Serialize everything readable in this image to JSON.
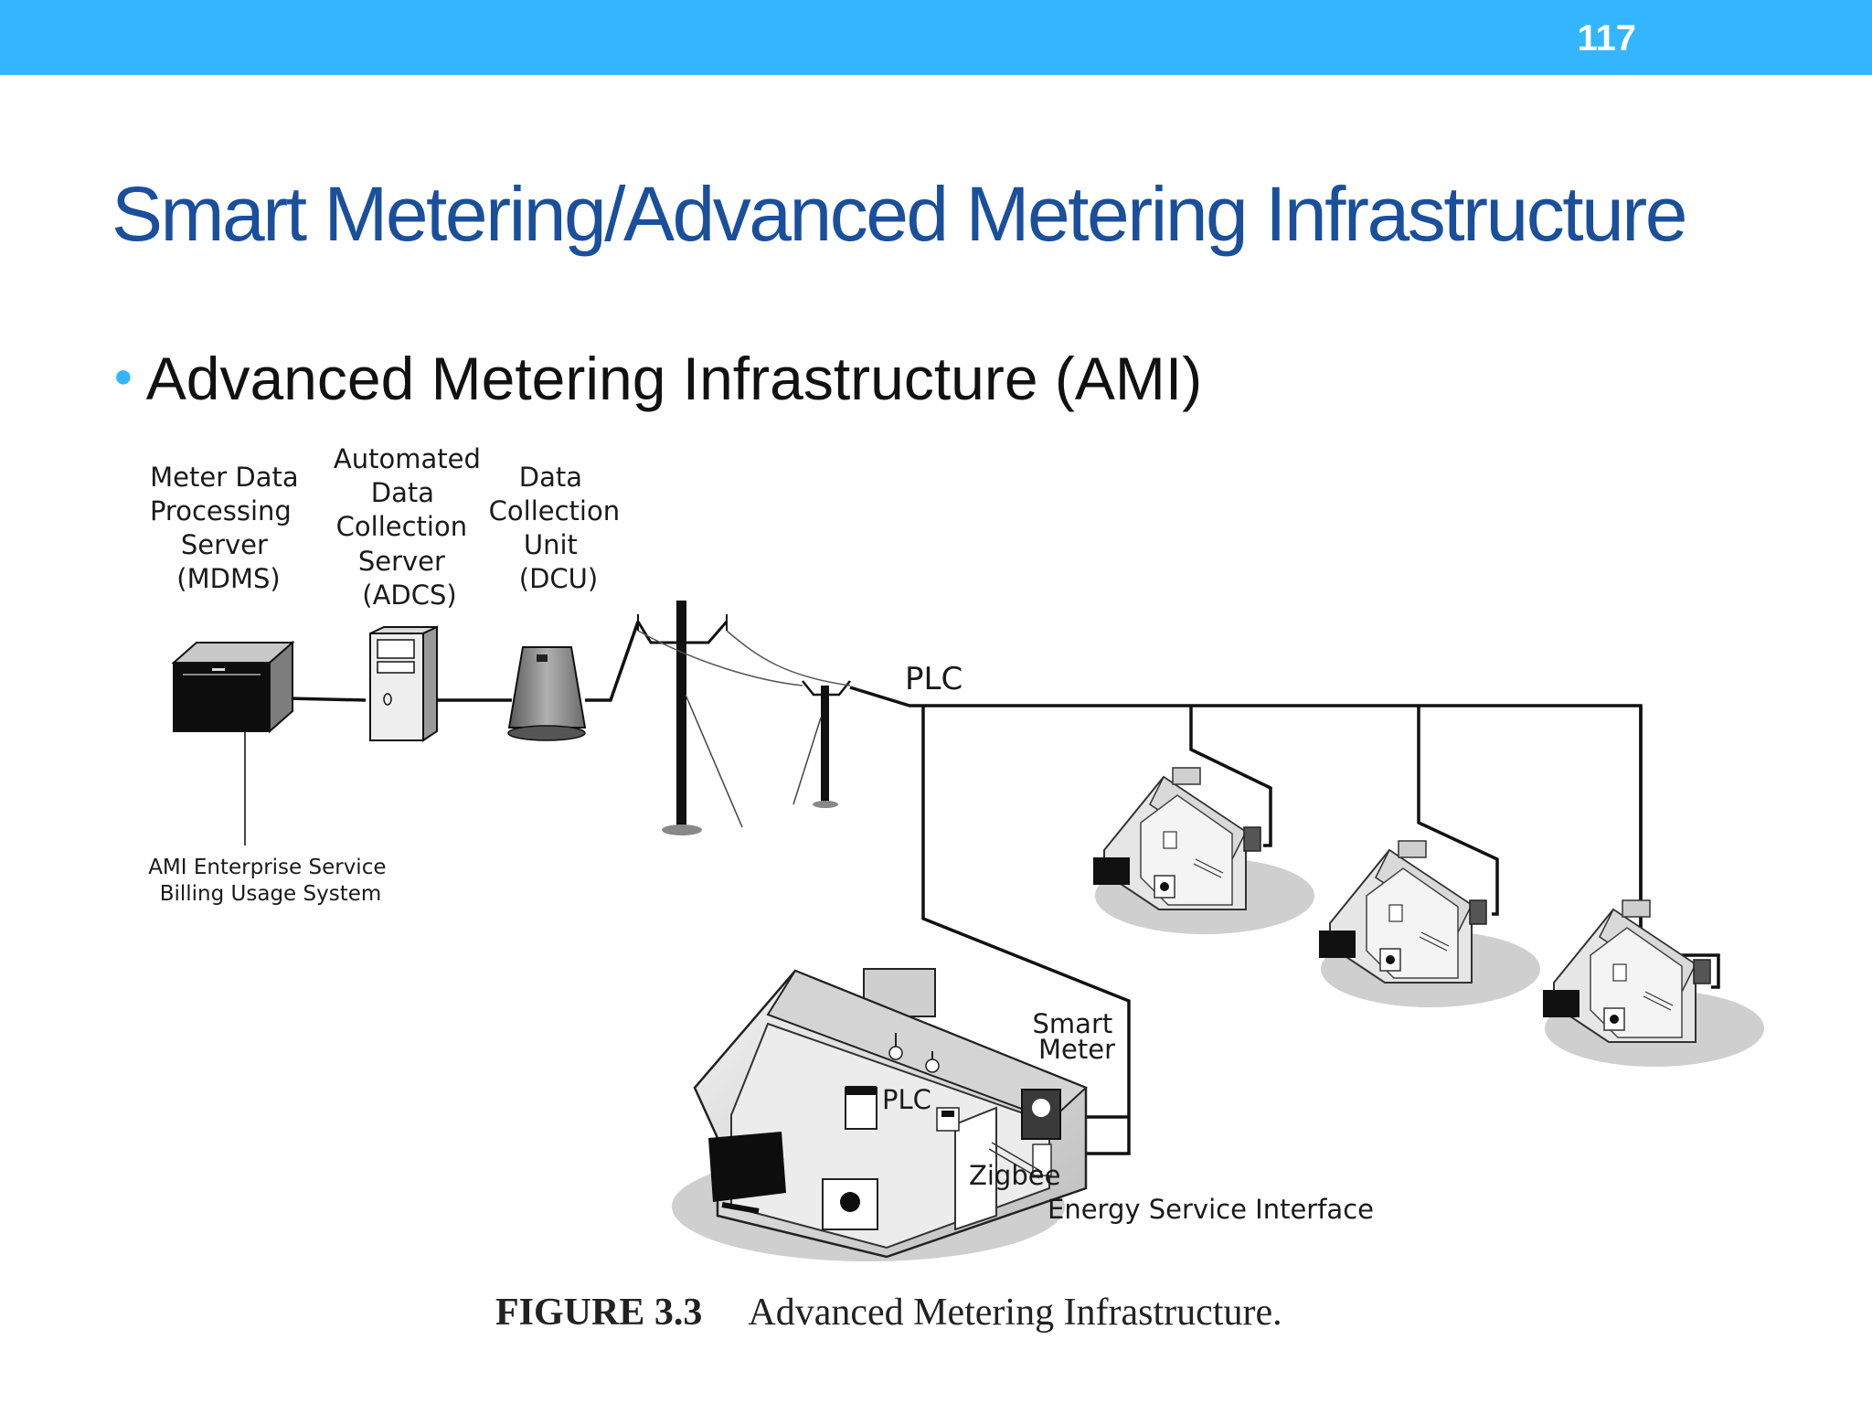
{
  "slide": {
    "number": "117",
    "title": "Smart Metering/Advanced Metering Infrastructure",
    "bullet": "Advanced Metering Infrastructure (AMI)"
  },
  "colors": {
    "top_bar": "#33b5ff",
    "title": "#1a4f9c",
    "bullet_dot": "#33b5ff"
  },
  "figure": {
    "mdms_label": [
      "Meter Data",
      "Processing",
      "Server",
      "(MDMS)"
    ],
    "adcs_label": [
      "Automated",
      "Data",
      "Collection",
      "Server",
      "(ADCS)"
    ],
    "dcu_label": [
      "Data",
      "Collection",
      "Unit",
      "(DCU)"
    ],
    "ami_enterprise_label": [
      "AMI Enterprise Service",
      "Billing Usage System"
    ],
    "plc_line_label": "PLC",
    "smart_meter_label": [
      "Smart",
      "Meter"
    ],
    "plc_in_house_label": "PLC",
    "zigbee_label": "Zigbee",
    "esi_label": "Energy Service Interface",
    "caption_number": "FIGURE 3.3",
    "caption_text": "Advanced Metering Infrastructure."
  }
}
